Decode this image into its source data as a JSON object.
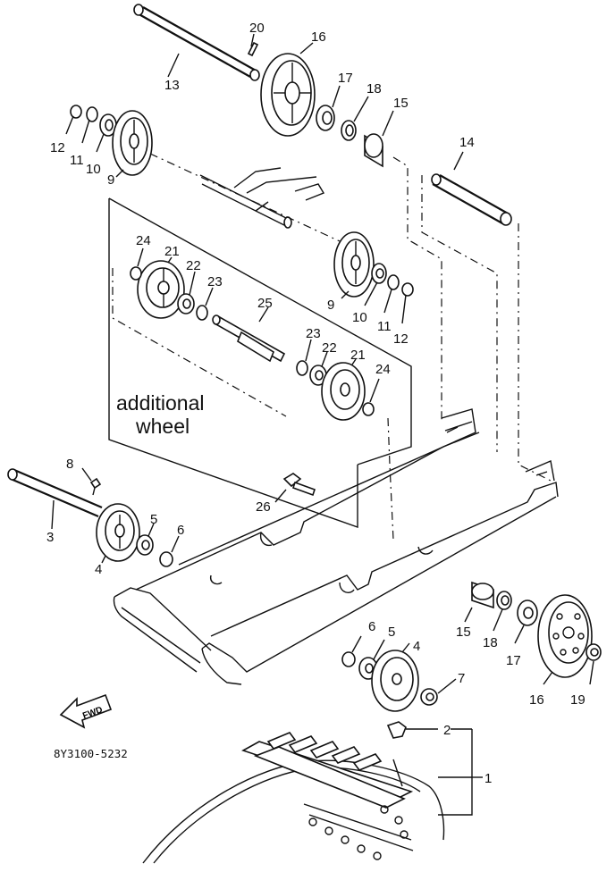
{
  "note": {
    "line1": "additional",
    "line2": "wheel"
  },
  "part_code": "8Y3100-5232",
  "fwd_label": "FWD",
  "callouts": {
    "c1": "1",
    "c2": "2",
    "c3": "3",
    "c4a": "4",
    "c4b": "4",
    "c5a": "5",
    "c5b": "5",
    "c6a": "6",
    "c6b": "6",
    "c7": "7",
    "c8": "8",
    "c9a": "9",
    "c9b": "9",
    "c10a": "10",
    "c10b": "10",
    "c11a": "11",
    "c11b": "11",
    "c12a": "12",
    "c12b": "12",
    "c13": "13",
    "c14": "14",
    "c15a": "15",
    "c15b": "15",
    "c16a": "16",
    "c16b": "16",
    "c17a": "17",
    "c17b": "17",
    "c18a": "18",
    "c18b": "18",
    "c19": "19",
    "c20": "20",
    "c21a": "21",
    "c21b": "21",
    "c22a": "22",
    "c22b": "22",
    "c23a": "23",
    "c23b": "23",
    "c24a": "24",
    "c24b": "24",
    "c25": "25",
    "c26": "26"
  }
}
